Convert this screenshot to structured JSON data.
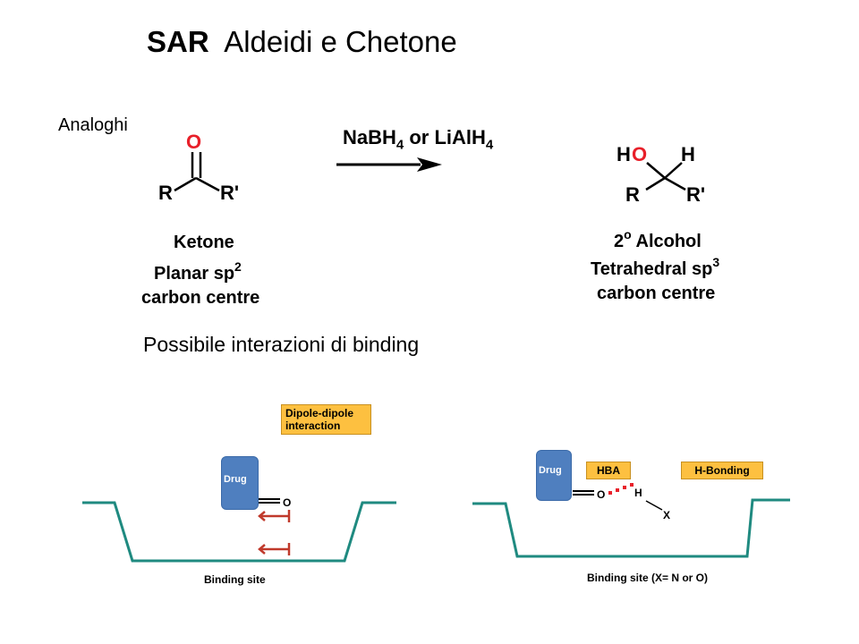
{
  "title": {
    "bold": "SAR",
    "rest": "Aldeidi e Chetone"
  },
  "analoghi": "Analoghi",
  "ketone": {
    "O": "O",
    "R": "R",
    "Rp": "R'",
    "name": "Ketone",
    "line2_text": "Planar sp",
    "line2_sup": "2",
    "line3": "carbon centre"
  },
  "reagent": {
    "a": "NaBH",
    "a_sub": "4",
    "mid": " or LiAlH",
    "b_sub": "4"
  },
  "alcohol": {
    "H1": "H",
    "O": "O",
    "H2": "H",
    "R": "R",
    "Rp": "R'",
    "line1_pre": "2",
    "line1_sup": "o",
    "line1_text": " Alcohol",
    "line2_text": "Tetrahedral sp",
    "line2_sup": "3",
    "line3": "carbon centre"
  },
  "section_title": "Possibile interazioni di  binding",
  "left_panel": {
    "box_line1": "Dipole-dipole",
    "box_line2": "interaction",
    "drug": "Drug",
    "O": "O",
    "site_label": "Binding site"
  },
  "right_panel": {
    "drug": "Drug",
    "hba": "HBA",
    "hbond": "H-Bonding",
    "O": "O",
    "H": "H",
    "X": "X",
    "site_label": "Binding site  (X= N or O)"
  },
  "colors": {
    "oxygen": "#e8202a",
    "site": "#1f8a80",
    "drug": "#4f7fbf",
    "box": "#fdc040",
    "arrow": "#c0392b"
  }
}
